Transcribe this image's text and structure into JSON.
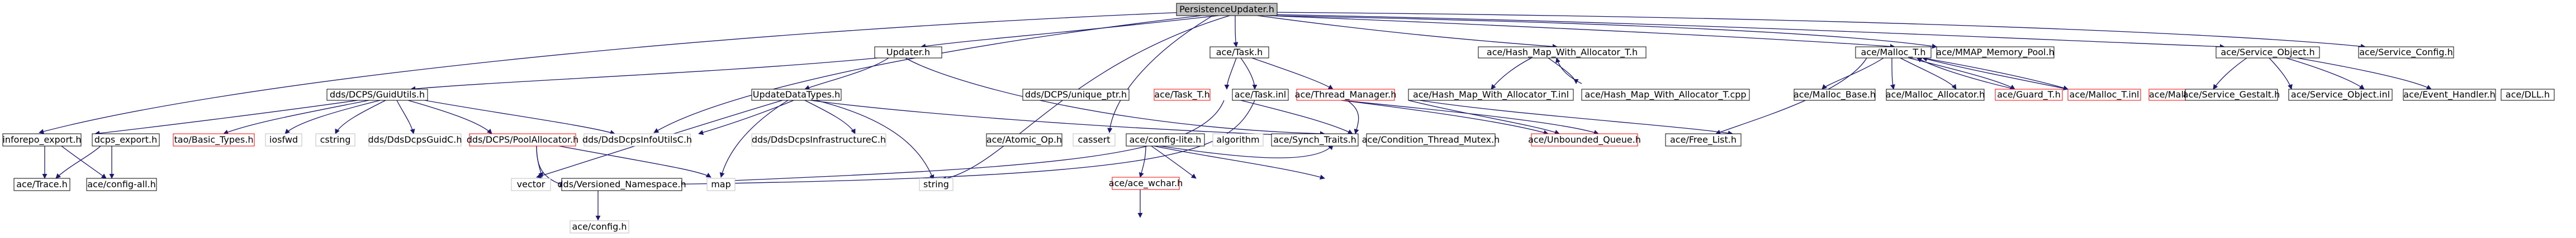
{
  "colors": {
    "background": "#ffffff",
    "root_fill": "#bfbfbf",
    "box_border": "#000000",
    "red_border": "#ff0000",
    "gray_border": "#bfbfbf",
    "edge": "#191970",
    "text": "#000000"
  },
  "nodes": {
    "persistence_updater": "PersistenceUpdater.h",
    "updater": "Updater.h",
    "ace_task": "ace/Task.h",
    "hash_map": "ace/Hash_Map_With_Allocator_T.h",
    "malloc_t": "ace/Malloc_T.h",
    "mmap_pool": "ace/MMAP_Memory_Pool.h",
    "service_object": "ace/Service_Object.h",
    "service_config": "ace/Service_Config.h",
    "inforepo_export": "inforepo_export.h",
    "guid_utils": "dds/DCPS/GuidUtils.h",
    "update_data_types": "UpdateDataTypes.h",
    "unique_ptr": "dds/DCPS/unique_ptr.h",
    "task_t": "ace/Task_T.h",
    "task_inl": "ace/Task.inl",
    "thread_manager": "ace/Thread_Manager.h",
    "hash_map_inl": "ace/Hash_Map_With_Allocator_T.inl",
    "hash_map_cpp": "ace/Hash_Map_With_Allocator_T.cpp",
    "malloc_base": "ace/Malloc_Base.h",
    "malloc_allocator": "ace/Malloc_Allocator.h",
    "guard_t": "ace/Guard_T.h",
    "malloc_t_inl": "ace/Malloc_T.inl",
    "malloc_t_cpp": "ace/Malloc_T.cpp",
    "service_gestalt": "ace/Service_Gestalt.h",
    "service_object_inl": "ace/Service_Object.inl",
    "event_handler": "ace/Event_Handler.h",
    "dll": "ace/DLL.h",
    "dcps_export": "dcps_export.h",
    "tao_basic_types": "tao/Basic_Types.h",
    "iosfwd": "iosfwd",
    "cstring": "cstring",
    "dds_guid_c": "dds/DdsDcpsGuidC.h",
    "pool_allocator": "dds/DCPS/PoolAllocator.h",
    "info_utils_c": "dds/DdsDcpsInfoUtilsC.h",
    "infrastructure_c": "dds/DdsDcpsInfrastructureC.h",
    "atomic_op": "ace/Atomic_Op.h",
    "cassert": "cassert",
    "config_lite": "ace/config-lite.h",
    "algorithm": "algorithm",
    "synch_traits": "ace/Synch_Traits.h",
    "condition_thread_mutex": "ace/Condition_Thread_Mutex.h",
    "unbounded_queue": "ace/Unbounded_Queue.h",
    "free_list": "ace/Free_List.h",
    "ace_trace": "ace/Trace.h",
    "config_all": "ace/config-all.h",
    "vector": "vector",
    "versioned_namespace": "dds/Versioned_Namespace.h",
    "map": "map",
    "string": "string",
    "ace_wchar": "ace/ace_wchar.h",
    "ace_config": "ace/config.h"
  }
}
